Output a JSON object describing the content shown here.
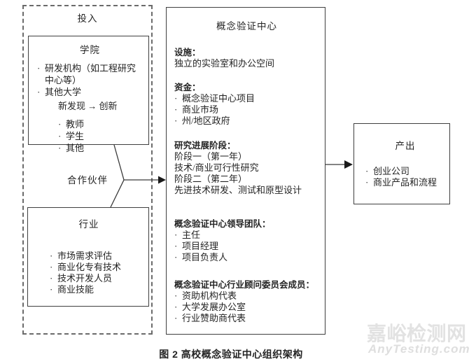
{
  "ui": {
    "bullet": "·"
  },
  "colors": {
    "line": "#3f3f3f",
    "text": "#242424",
    "watermark": "#e2e2e2"
  },
  "figure": {
    "input_panel": {
      "title": "投入",
      "college": {
        "title": "学院",
        "bullets": [
          "研发机构（如工程研究中心等）",
          "其他大学"
        ],
        "flow_label": "新发现 → 创新",
        "sub_bullets": [
          "教师",
          "学生",
          "其他"
        ]
      },
      "partner_label": "合作伙伴",
      "industry": {
        "title": "行业",
        "bullets": [
          "市场需求评估",
          "商业化专有技术",
          "技术开发人员",
          "商业技能"
        ]
      }
    },
    "center": {
      "title": "概念验证中心",
      "sections": [
        {
          "heading": "设施：",
          "lines": [
            "独立的实验室和办公空间"
          ]
        },
        {
          "heading": "资金：",
          "bullets": [
            "概念验证中心项目",
            "商业市场",
            "州/地区政府"
          ]
        },
        {
          "heading": "研究进展阶段：",
          "lines": [
            "阶段一（第一年）",
            "技术/商业可行性研究",
            "阶段二（第二年）",
            "先进技术研发、测试和原型设计"
          ]
        },
        {
          "heading": "概念验证中心领导团队：",
          "bullets": [
            "主任",
            "项目经理",
            "项目负责人"
          ]
        },
        {
          "heading": "概念验证中心行业顾问委员会成员：",
          "bullets": [
            "资助机构代表",
            "大学发展办公室",
            "行业赞助商代表"
          ]
        }
      ]
    },
    "output": {
      "title": "产出",
      "bullets": [
        "创业公司",
        "商业产品和流程"
      ]
    },
    "caption": "图 2 高校概念验证中心组织架构"
  },
  "watermark": {
    "name": "嘉峪检测网",
    "site": "AnyTesting.com"
  }
}
